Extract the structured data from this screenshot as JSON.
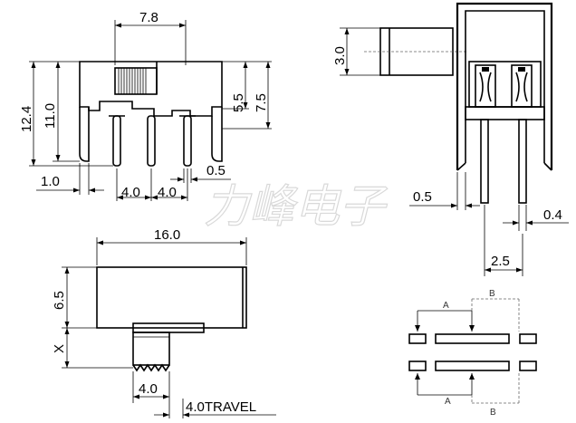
{
  "watermark": "力峰电子",
  "front_view": {
    "dim_width": "7.8",
    "dim_total_height": "12.4",
    "dim_body_height": "11.0",
    "dim_upper": "5.5",
    "dim_upper_total": "7.5",
    "dim_tab": "1.0",
    "dim_pitch_left": "4.0",
    "dim_pitch_right": "4.0",
    "dim_pin": "0.5"
  },
  "side_view": {
    "dim_actuator": "3.0",
    "dim_pin_thick": "0.5",
    "dim_pin_width": "0.4",
    "dim_pin_spacing": "2.5"
  },
  "top_view": {
    "dim_length": "16.0",
    "dim_depth": "6.5",
    "dim_x": "X",
    "dim_knob": "4.0",
    "dim_travel": "4.0TRAVEL"
  },
  "schematic": {
    "label_a_top": "A",
    "label_b_top": "B",
    "label_a_bottom": "A",
    "label_b_bottom": "B"
  }
}
